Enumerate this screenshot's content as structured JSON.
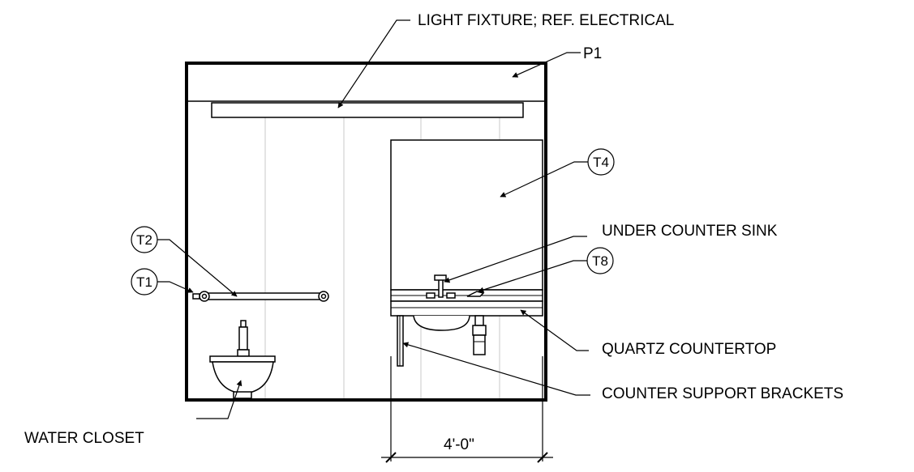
{
  "labels": {
    "light_fixture": "LIGHT FIXTURE; REF. ELECTRICAL",
    "p1": "P1",
    "under_counter_sink": "UNDER COUNTER SINK",
    "quartz_countertop": "QUARTZ COUNTERTOP",
    "counter_support_brackets": "COUNTER SUPPORT BRACKETS",
    "water_closet": "WATER CLOSET",
    "dimension": "4'-0\""
  },
  "tags": {
    "t1": "T1",
    "t2": "T2",
    "t4": "T4",
    "t8": "T8"
  },
  "colors": {
    "line": "#000000",
    "tile_line": "#c8c8c8"
  }
}
